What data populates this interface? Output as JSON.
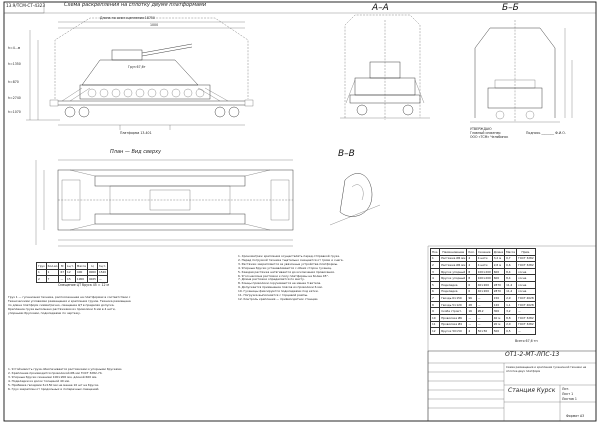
{
  "sheet": {
    "stamp_corner": "13.9/ТСМ-СТ-4323",
    "top_title": "Схема раскрепления на сплотку двумя платформами",
    "length_label": "Длина по осям сцепления 18750",
    "top_dim": "1000",
    "section_aa": "А–А",
    "section_bb": "Б–Б",
    "section_vv": "В–В",
    "plan_label": "План — Вид сверху",
    "platform_label": "Платформа 13-401",
    "cargo_label": "Груз 67,6т",
    "approved_block": {
      "line1": "УТВЕРЖДАЮ",
      "line2": "Главный инженер",
      "line3": "ООО «ТСМ» Челябинск",
      "sign": "Подпись ________ Ф.И.О."
    },
    "left_dims": [
      "h=4...м",
      "h=1350",
      "h=870",
      "h=2740",
      "h=1070"
    ]
  },
  "mini_table": {
    "header": [
      "Груз",
      "Кол-во",
      "М",
      "Lц.т.",
      "Масса",
      "Ц",
      "hц.т."
    ],
    "rows": [
      [
        "1",
        "1",
        "67",
        "12",
        "400",
        "9000",
        "1520"
      ],
      [
        "2",
        "7",
        "—",
        "15",
        "1900",
        "4025",
        "—"
      ]
    ],
    "caption": "Смещение ЦТ бруса 45 = 12 м"
  },
  "notes": [
    "Груз 1 — гусеничная техника, расположенная на платформах в соответствии с",
    "Техническими условиями размещения и крепления грузов. Техника размещена",
    "по длине платформ симметрично, смещение ЦТ в пределах допуска.",
    "Крепление груза выполнено растяжками из проволоки 6 мм в 4 нити,",
    "упорными брусками, подкладками по чертежу."
  ],
  "conditions": [
    "1. Устойчивость груза обеспечивается растяжками и упорными брусками.",
    "2. Крепление производится проволокой Ø6 мм ГОСТ 3282-74.",
    "3. Упорные бруски сечением 100×200 мм, длиной 600 мм.",
    "4. Подкладки из досок толщиной 40 мм.",
    "5. Прибивка гвоздями 6×150 мм не менее 10 шт на брусок.",
    "6. Груз закреплен от продольных и поперечных смещений."
  ],
  "right_text": [
    "1. Хронометраж крепления осуществлять перед отправкой груза.",
    "2. Перед погрузкой техника тщательно очищается от грязи и снега.",
    "3. Растяжки закрепляются за увязочные устройства платформы.",
    "4. Упорные бруски устанавливаются с обеих сторон гусениц.",
    "5. Каждая растяжка натягивается до исключения провисания.",
    "6. Угол наклона растяжки к полу платформы не более 45°.",
    "7. Длина растяжки определяется по месту.",
    "8. Концы проволоки скручиваются не менее 3 витков.",
    "9. Допускается применение поясов из проволоки 6 мм.",
    "10. Гусеницы фиксируются подкладками под катки.",
    "11. Погрузка выполняется с торцевой рампы.",
    "12. Контроль крепления — приёмосдатчик станции."
  ],
  "spec_table": {
    "headers": [
      "Поз.",
      "Наименование",
      "Кол.",
      "Сечение",
      "Длина",
      "Масса",
      "Прим."
    ],
    "rows": [
      [
        "1",
        "Растяжка Ø6 мм",
        "4",
        "4 нити",
        "3,2 м",
        "0,7",
        "ГОСТ 3282"
      ],
      [
        "2",
        "Растяжка Ø6 мм",
        "4",
        "4 нити",
        "2,8 м",
        "0,6",
        "ГОСТ 3282"
      ],
      [
        "3",
        "Брусок упорный",
        "8",
        "100×200",
        "600",
        "8,4",
        "сосна"
      ],
      [
        "4",
        "Брусок упорный",
        "8",
        "100×200",
        "600",
        "8,4",
        "сосна"
      ],
      [
        "5",
        "Подкладка",
        "6",
        "40×200",
        "2870",
        "11,2",
        "сосна"
      ],
      [
        "6",
        "Подкладка",
        "6",
        "40×200",
        "2870",
        "11,2",
        "сосна"
      ],
      [
        "7",
        "Гвоздь 6×150",
        "96",
        "—",
        "150",
        "2,9",
        "ГОСТ 4028"
      ],
      [
        "8",
        "Гвоздь 5×120",
        "48",
        "—",
        "120",
        "1,1",
        "ГОСТ 4028"
      ],
      [
        "9",
        "Скоба строит.",
        "16",
        "Ø12",
        "300",
        "3,2",
        "—"
      ],
      [
        "10",
        "Проволока Ø6",
        "—",
        "—",
        "40 м",
        "8,8",
        "ГОСТ 3282"
      ],
      [
        "11",
        "Проволока Ø4",
        "—",
        "—",
        "20 м",
        "2,0",
        "ГОСТ 3282"
      ],
      [
        "12",
        "Брусок 50×50",
        "4",
        "50×50",
        "500",
        "0,5",
        "—"
      ]
    ],
    "total": "Всего 67,6 тн"
  },
  "title_block": {
    "doc_number": "ОТ1-2-МТ-ЛПС-13",
    "description": "Схема размещения и крепления гусеничной техники на сплотке двух платформ",
    "station": "Станция Курск",
    "stage": "Лит.",
    "sheet": "Лист 1",
    "sheets": "Листов 1",
    "format": "Формат А3"
  }
}
